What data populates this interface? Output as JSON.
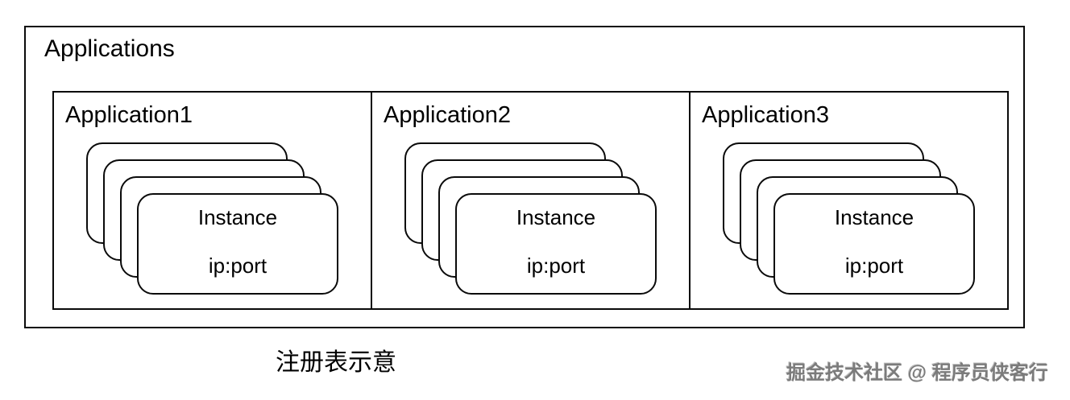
{
  "diagram": {
    "group_label": "Applications",
    "applications": [
      {
        "label": "Application1",
        "instance_title": "Instance",
        "instance_address": "ip:port",
        "stack_count": 4
      },
      {
        "label": "Application2",
        "instance_title": "Instance",
        "instance_address": "ip:port",
        "stack_count": 4
      },
      {
        "label": "Application3",
        "instance_title": "Instance",
        "instance_address": "ip:port",
        "stack_count": 4
      }
    ]
  },
  "caption": "注册表示意",
  "watermark": "掘金技术社区 @ 程序员侠客行",
  "colors": {
    "background": "#ffffff",
    "line": "#0a0a0a",
    "text": "#000000",
    "watermark_gray": "#7b7b7b"
  }
}
